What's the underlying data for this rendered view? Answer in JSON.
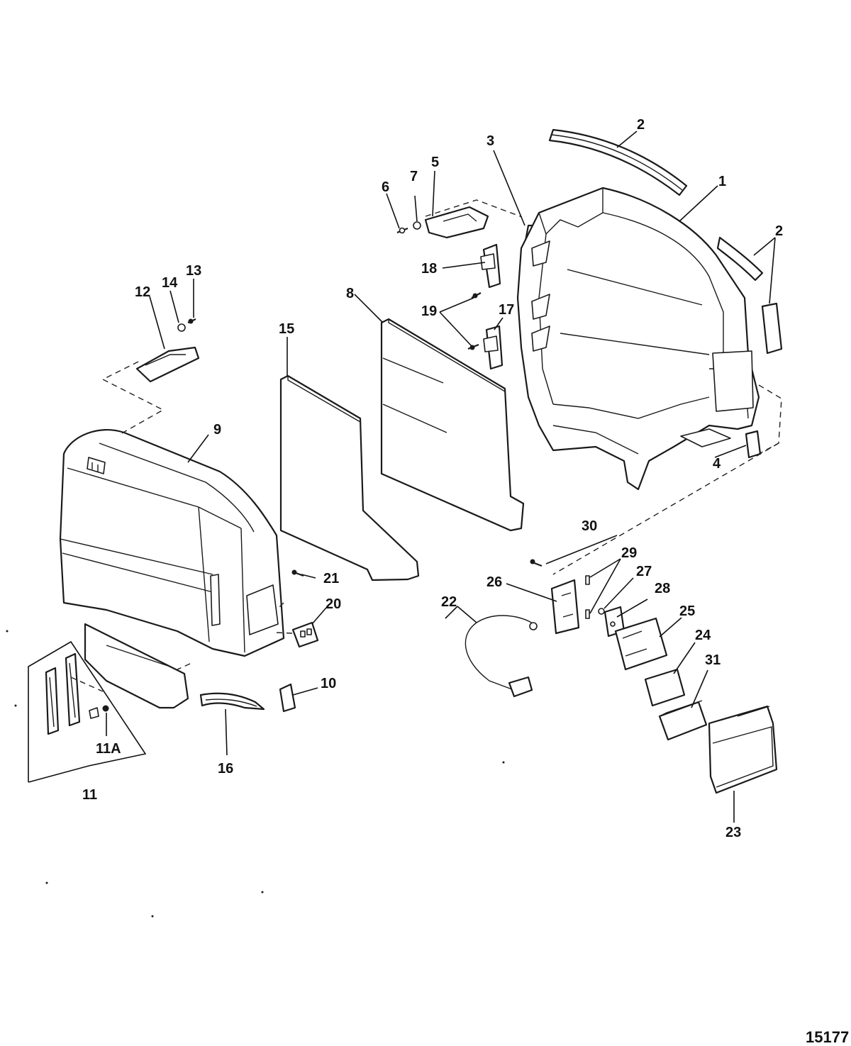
{
  "callouts": {
    "c1": "1",
    "c2a": "2",
    "c2b": "2",
    "c3": "3",
    "c4": "4",
    "c5": "5",
    "c6": "6",
    "c7": "7",
    "c8": "8",
    "c9": "9",
    "c10": "10",
    "c11": "11",
    "c11a": "11A",
    "c12": "12",
    "c13": "13",
    "c14": "14",
    "c15": "15",
    "c16": "16",
    "c17": "17",
    "c18": "18",
    "c19": "19",
    "c20": "20",
    "c21": "21",
    "c22": "22",
    "c23": "23",
    "c24": "24",
    "c25": "25",
    "c26": "26",
    "c27": "27",
    "c28": "28",
    "c29": "29",
    "c30": "30",
    "c31": "31"
  },
  "figure_id": "15177"
}
